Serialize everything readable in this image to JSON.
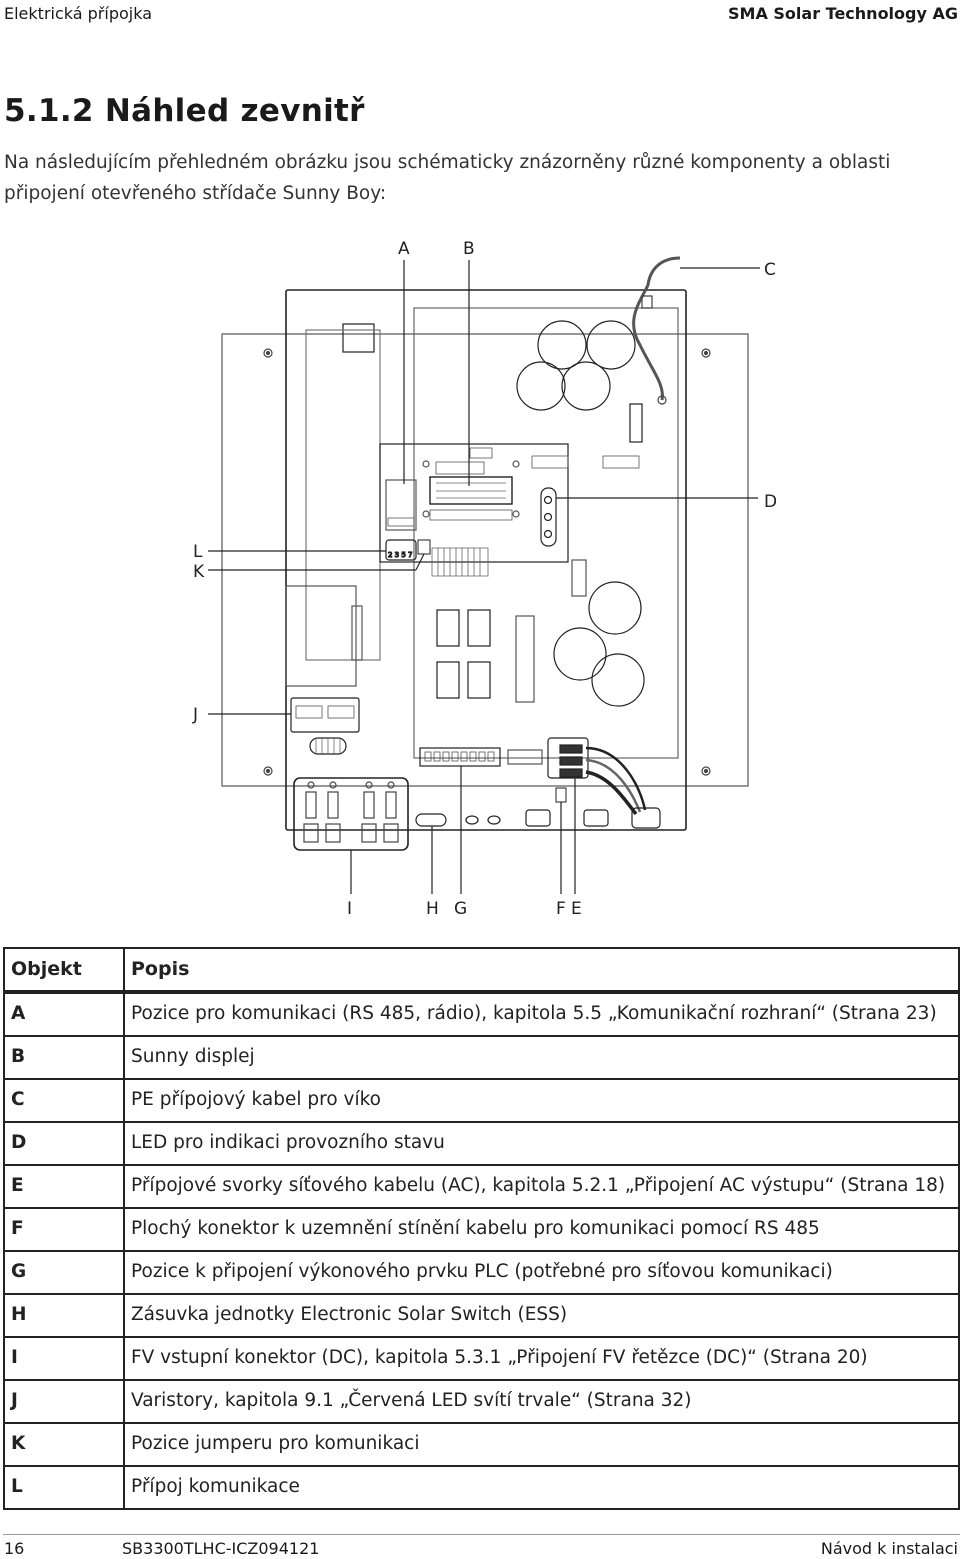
{
  "header": {
    "left": "Elektrická přípojka",
    "right": "SMA Solar Technology AG"
  },
  "section": {
    "title": "5.1.2 Náhled zevnitř",
    "intro": "Na následujícím přehledném obrázku jsou schématicky znázorněny různé komponenty a oblasti připojení otevřeného střídače Sunny Boy:"
  },
  "figure": {
    "labels": {
      "A": "A",
      "B": "B",
      "C": "C",
      "D": "D",
      "E": "E",
      "F": "F",
      "G": "G",
      "H": "H",
      "I": "I",
      "J": "J",
      "K": "K",
      "L": "L"
    },
    "board_digits": "2 3 5 7"
  },
  "legend": {
    "head": {
      "object": "Objekt",
      "description": "Popis"
    },
    "rows": [
      {
        "key": "A",
        "text": "Pozice pro komunikaci (RS 485, rádio), kapitola 5.5 „Komunikační rozhraní“ (Strana 23)"
      },
      {
        "key": "B",
        "text": "Sunny displej"
      },
      {
        "key": "C",
        "text": "PE přípojový kabel pro víko"
      },
      {
        "key": "D",
        "text": "LED pro indikaci provozního stavu"
      },
      {
        "key": "E",
        "text": "Přípojové svorky síťového kabelu (AC), kapitola 5.2.1 „Připojení AC výstupu“ (Strana 18)"
      },
      {
        "key": "F",
        "text": "Plochý konektor k uzemnění stínění kabelu pro komunikaci pomocí RS 485"
      },
      {
        "key": "G",
        "text": "Pozice k připojení výkonového prvku PLC (potřebné pro síťovou komunikaci)"
      },
      {
        "key": "H",
        "text": "Zásuvka jednotky Electronic Solar Switch (ESS)"
      },
      {
        "key": "I",
        "text": "FV vstupní konektor (DC), kapitola 5.3.1 „Připojení FV řetězce (DC)“ (Strana 20)"
      },
      {
        "key": "J",
        "text": "Varistory, kapitola 9.1 „Červená LED svítí trvale“ (Strana 32)"
      },
      {
        "key": "K",
        "text": "Pozice jumperu pro komunikaci"
      },
      {
        "key": "L",
        "text": "Přípoj komunikace"
      }
    ]
  },
  "footer": {
    "page": "16",
    "doc_code": "SB3300TLHC-ICZ094121",
    "doc_name": "Návod k instalaci"
  }
}
